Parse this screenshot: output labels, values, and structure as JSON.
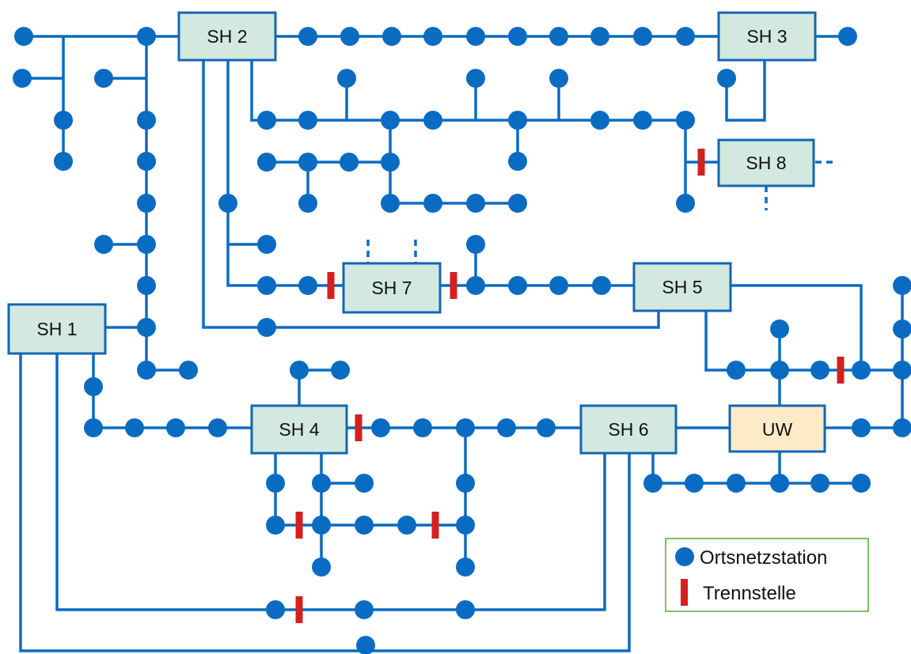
{
  "colors": {
    "line": "#0a6bc2",
    "node": "#0a6bc2",
    "station_fill": "#d3e9df",
    "station_border": "#1366b3",
    "uw_fill": "#fdebc8",
    "separator": "#d42020",
    "legend_border": "#7cbf6a"
  },
  "stations": {
    "sh1": "SH 1",
    "sh2": "SH 2",
    "sh3": "SH 3",
    "sh4": "SH 4",
    "sh5": "SH 5",
    "sh6": "SH 6",
    "sh7": "SH 7",
    "sh8": "SH 8",
    "uw": "UW"
  },
  "legend": {
    "node_label": "Ortsnetzstation",
    "separator_label": "Trennstelle"
  }
}
